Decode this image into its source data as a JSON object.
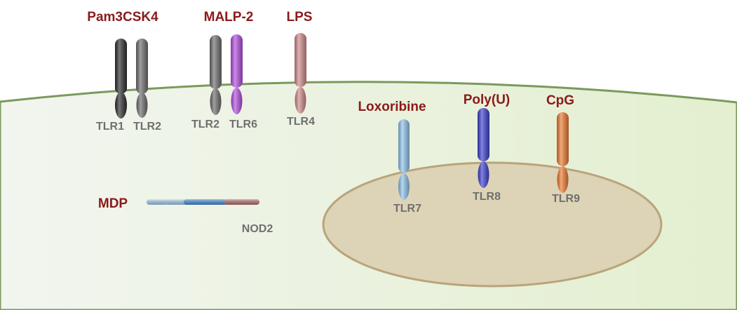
{
  "colors": {
    "ligand_text": "#8b1a1a",
    "receptor_text": "#6f6f6f",
    "membrane": "#7a9a5c",
    "cell_fill": "#eaf2df",
    "nucleus_fill": "#ddd3b6",
    "nucleus_stroke": "#b9a47a"
  },
  "ligands": {
    "pam3csk4": "Pam3CSK4",
    "malp2": "MALP-2",
    "lps": "LPS",
    "loxoribine": "Loxoribine",
    "polyu": "Poly(U)",
    "cpg": "CpG",
    "mdp": "MDP"
  },
  "receptors": {
    "tlr1": {
      "label": "TLR1",
      "color": "#2e2e2e"
    },
    "tlr2a": {
      "label": "TLR2",
      "color": "#6e6e6e"
    },
    "tlr2b": {
      "label": "TLR2",
      "color": "#6e6e6e"
    },
    "tlr6": {
      "label": "TLR6",
      "color": "#b44ee0"
    },
    "tlr4": {
      "label": "TLR4",
      "color": "#cf8a8a"
    },
    "tlr7": {
      "label": "TLR7",
      "color": "#8fc3ec"
    },
    "tlr8": {
      "label": "TLR8",
      "color": "#4040d0"
    },
    "tlr9": {
      "label": "TLR9",
      "color": "#ee7a30"
    },
    "nod2": {
      "label": "NOD2",
      "color": "#4a90d9"
    }
  }
}
